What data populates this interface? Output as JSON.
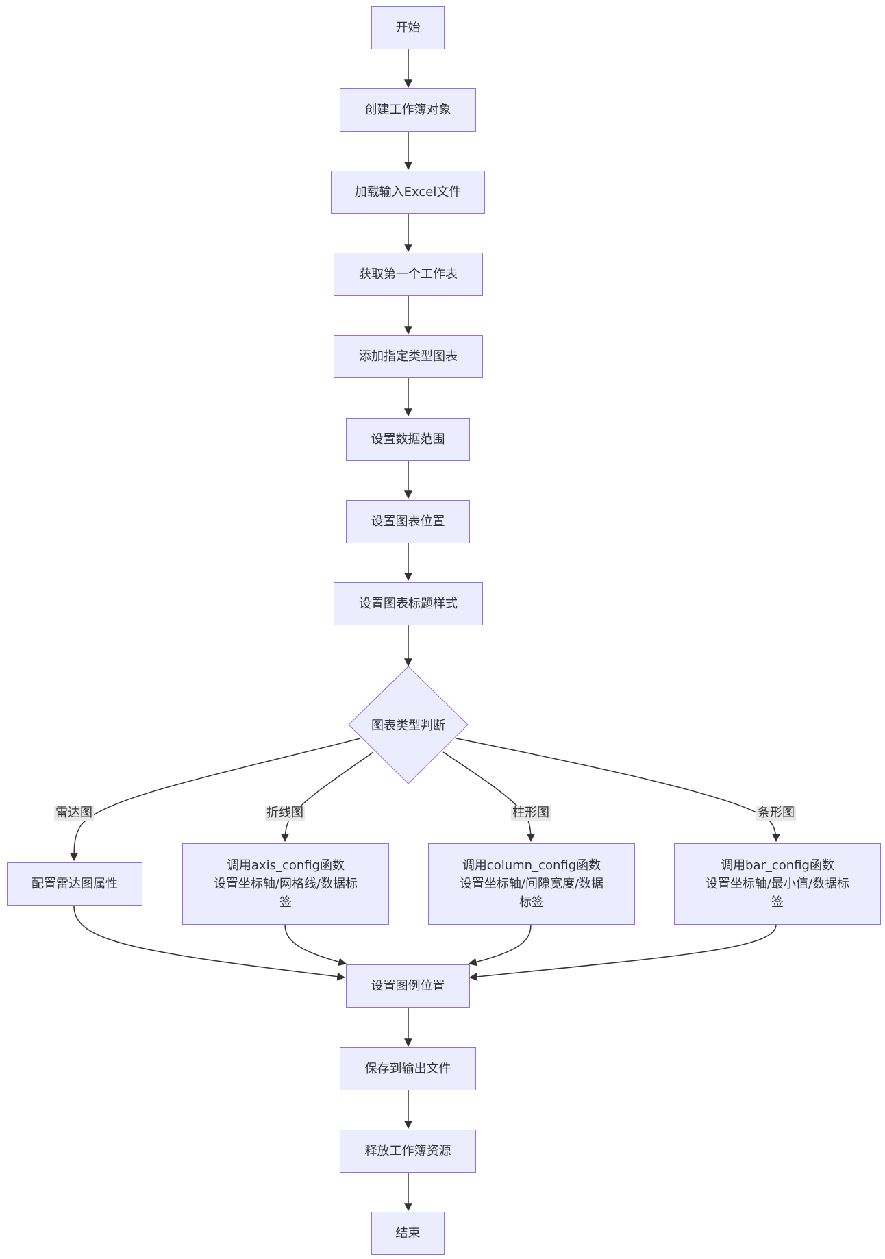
{
  "colors": {
    "node_fill": "#ECECFF",
    "node_stroke": "#9370DB",
    "edge": "#333333",
    "label_bg": "#e8e8e8"
  },
  "nodes": {
    "start": "开始",
    "create_workbook": "创建工作簿对象",
    "load_excel": "加载输入Excel文件",
    "get_sheet": "获取第一个工作表",
    "add_chart": "添加指定类型图表",
    "set_range": "设置数据范围",
    "set_position": "设置图表位置",
    "set_title_style": "设置图表标题样式",
    "chart_type_decision": "图表类型判断",
    "radar_config": "配置雷达图属性",
    "line_config": "调用axis_config函数\n设置坐标轴/网格线/数据标\n签",
    "column_config": "调用column_config函数\n设置坐标轴/间隙宽度/数据\n标签",
    "bar_config": "调用bar_config函数\n设置坐标轴/最小值/数据标\n签",
    "set_legend": "设置图例位置",
    "save_file": "保存到输出文件",
    "release": "释放工作簿资源",
    "end": "结束"
  },
  "edge_labels": {
    "radar": "雷达图",
    "line": "折线图",
    "column": "柱形图",
    "bar": "条形图"
  }
}
